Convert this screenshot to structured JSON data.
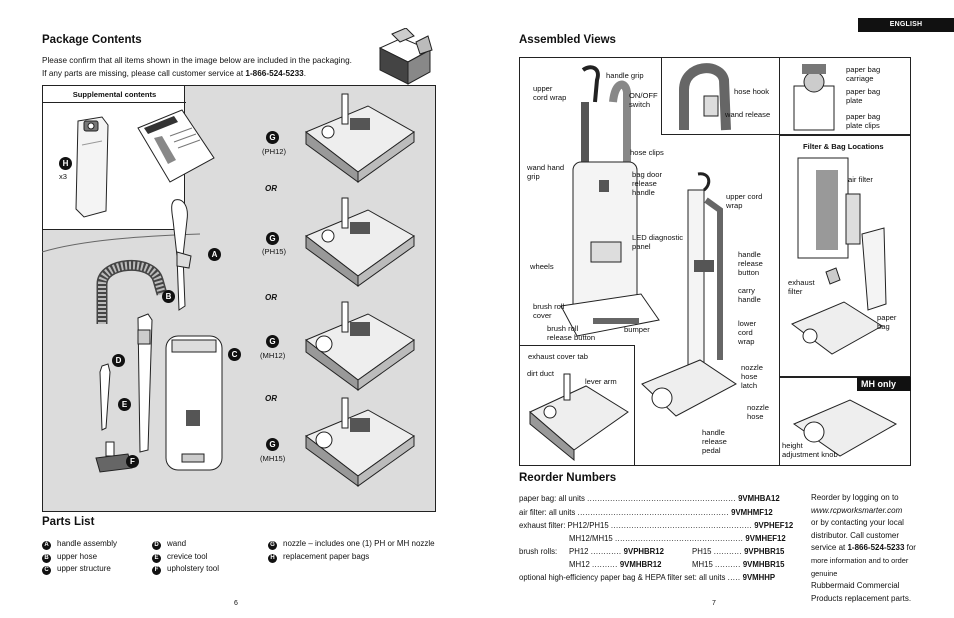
{
  "language_badge": "ENGLISH",
  "left_page": {
    "package_contents": {
      "title": "Package Contents",
      "intro_line1": "Please confirm that all items shown in the image below are included in the packaging.",
      "intro_line2_prefix": "If any parts are missing, please call customer service at ",
      "intro_phone": "1-866-524-5233",
      "intro_line2_suffix": ".",
      "supplemental_title": "Supplemental contents",
      "h_qty": "x3",
      "model_labels": [
        "(PH12)",
        "(PH15)",
        "(MH12)",
        "(MH15)"
      ],
      "or_label": "OR",
      "badges": {
        "a": "A",
        "b": "B",
        "c": "C",
        "d": "D",
        "e": "E",
        "f": "F",
        "g": "G",
        "h": "H"
      }
    },
    "parts_list": {
      "title": "Parts List",
      "items": [
        {
          "letter": "A",
          "label": "handle assembly"
        },
        {
          "letter": "B",
          "label": "upper hose"
        },
        {
          "letter": "C",
          "label": "upper structure"
        },
        {
          "letter": "D",
          "label": "wand"
        },
        {
          "letter": "E",
          "label": "crevice tool"
        },
        {
          "letter": "F",
          "label": "upholstery tool"
        },
        {
          "letter": "G",
          "label": "nozzle – includes one (1) PH or MH nozzle"
        },
        {
          "letter": "H",
          "label": "replacement paper bags"
        }
      ]
    },
    "page_number": "6"
  },
  "right_page": {
    "assembled_views": {
      "title": "Assembled Views",
      "labels": {
        "handle_grip": "handle grip",
        "upper_cord_wrap_l": "upper\ncord wrap",
        "on_off": "ON/OFF\nswitch",
        "hose_hook": "hose hook",
        "wand_release": "wand release",
        "paper_bag_carriage": "paper bag\ncarriage",
        "paper_bag_plate": "paper bag\nplate",
        "paper_bag_plate_clips": "paper bag\nplate clips",
        "hose_clips": "hose clips",
        "filter_bag_title": "Filter & Bag Locations",
        "wand_hand_grip": "wand hand\ngrip",
        "bag_door": "bag door\nrelease\nhandle",
        "upper_cord_wrap_r": "upper cord\nwrap",
        "air_filter": "air filter",
        "led": "LED diagnostic\npanel",
        "handle_release": "handle\nrelease\nbutton",
        "wheels": "wheels",
        "carry_handle": "carry\nhandle",
        "exhaust_filter": "exhaust\nfilter",
        "brush_roll_cover": "brush roll\ncover",
        "lower_cord_wrap": "lower\ncord\nwrap",
        "paper_bag": "paper\nbag",
        "brush_roll_release": "brush roll\nrelease button",
        "bumper": "bumper",
        "exhaust_cover_tab": "exhaust cover tab",
        "dirt_duct": "dirt duct",
        "lever_arm": "lever arm",
        "nozzle_hose_latch": "nozzle\nhose\nlatch",
        "mh_only": "MH only",
        "nozzle_hose": "nozzle\nhose",
        "handle_release_pedal": "handle\nrelease\npedal",
        "height_adjustment": "height\nadjustment knob"
      }
    },
    "reorder": {
      "title": "Reorder Numbers",
      "rows": [
        {
          "label": "paper bag: all units",
          "code": "9VMHBA12"
        },
        {
          "label": "air filter: all units",
          "code": "9VMHMF12"
        },
        {
          "label": "exhaust filter: PH12/PH15",
          "code": "9VPHEF12"
        },
        {
          "label": "MH12/MH15",
          "code": "9VMHEF12"
        }
      ],
      "brush_label": "brush rolls:",
      "brush": [
        {
          "model": "PH12",
          "code": "9VPHBR12"
        },
        {
          "model": "PH15",
          "code": "9VPHBR15"
        },
        {
          "model": "MH12",
          "code": "9VMHBR12"
        },
        {
          "model": "MH15",
          "code": "9VMHBR15"
        }
      ],
      "optional_label": "optional high-efficiency paper bag & HEPA filter set: all units",
      "optional_code": "9VMHHP",
      "side_text": {
        "l1": "Reorder by logging on to",
        "url": "www.rcpworksmarter.com",
        "l3": "or by contacting your local",
        "l4": "distributor. Call customer",
        "l5_prefix": "service at ",
        "phone": "1-866-524-5233",
        "l5_suffix": " for",
        "l6": "more information and to order genuine",
        "l7": "Rubbermaid Commercial",
        "l8": "Products replacement parts."
      }
    },
    "page_number": "7"
  }
}
